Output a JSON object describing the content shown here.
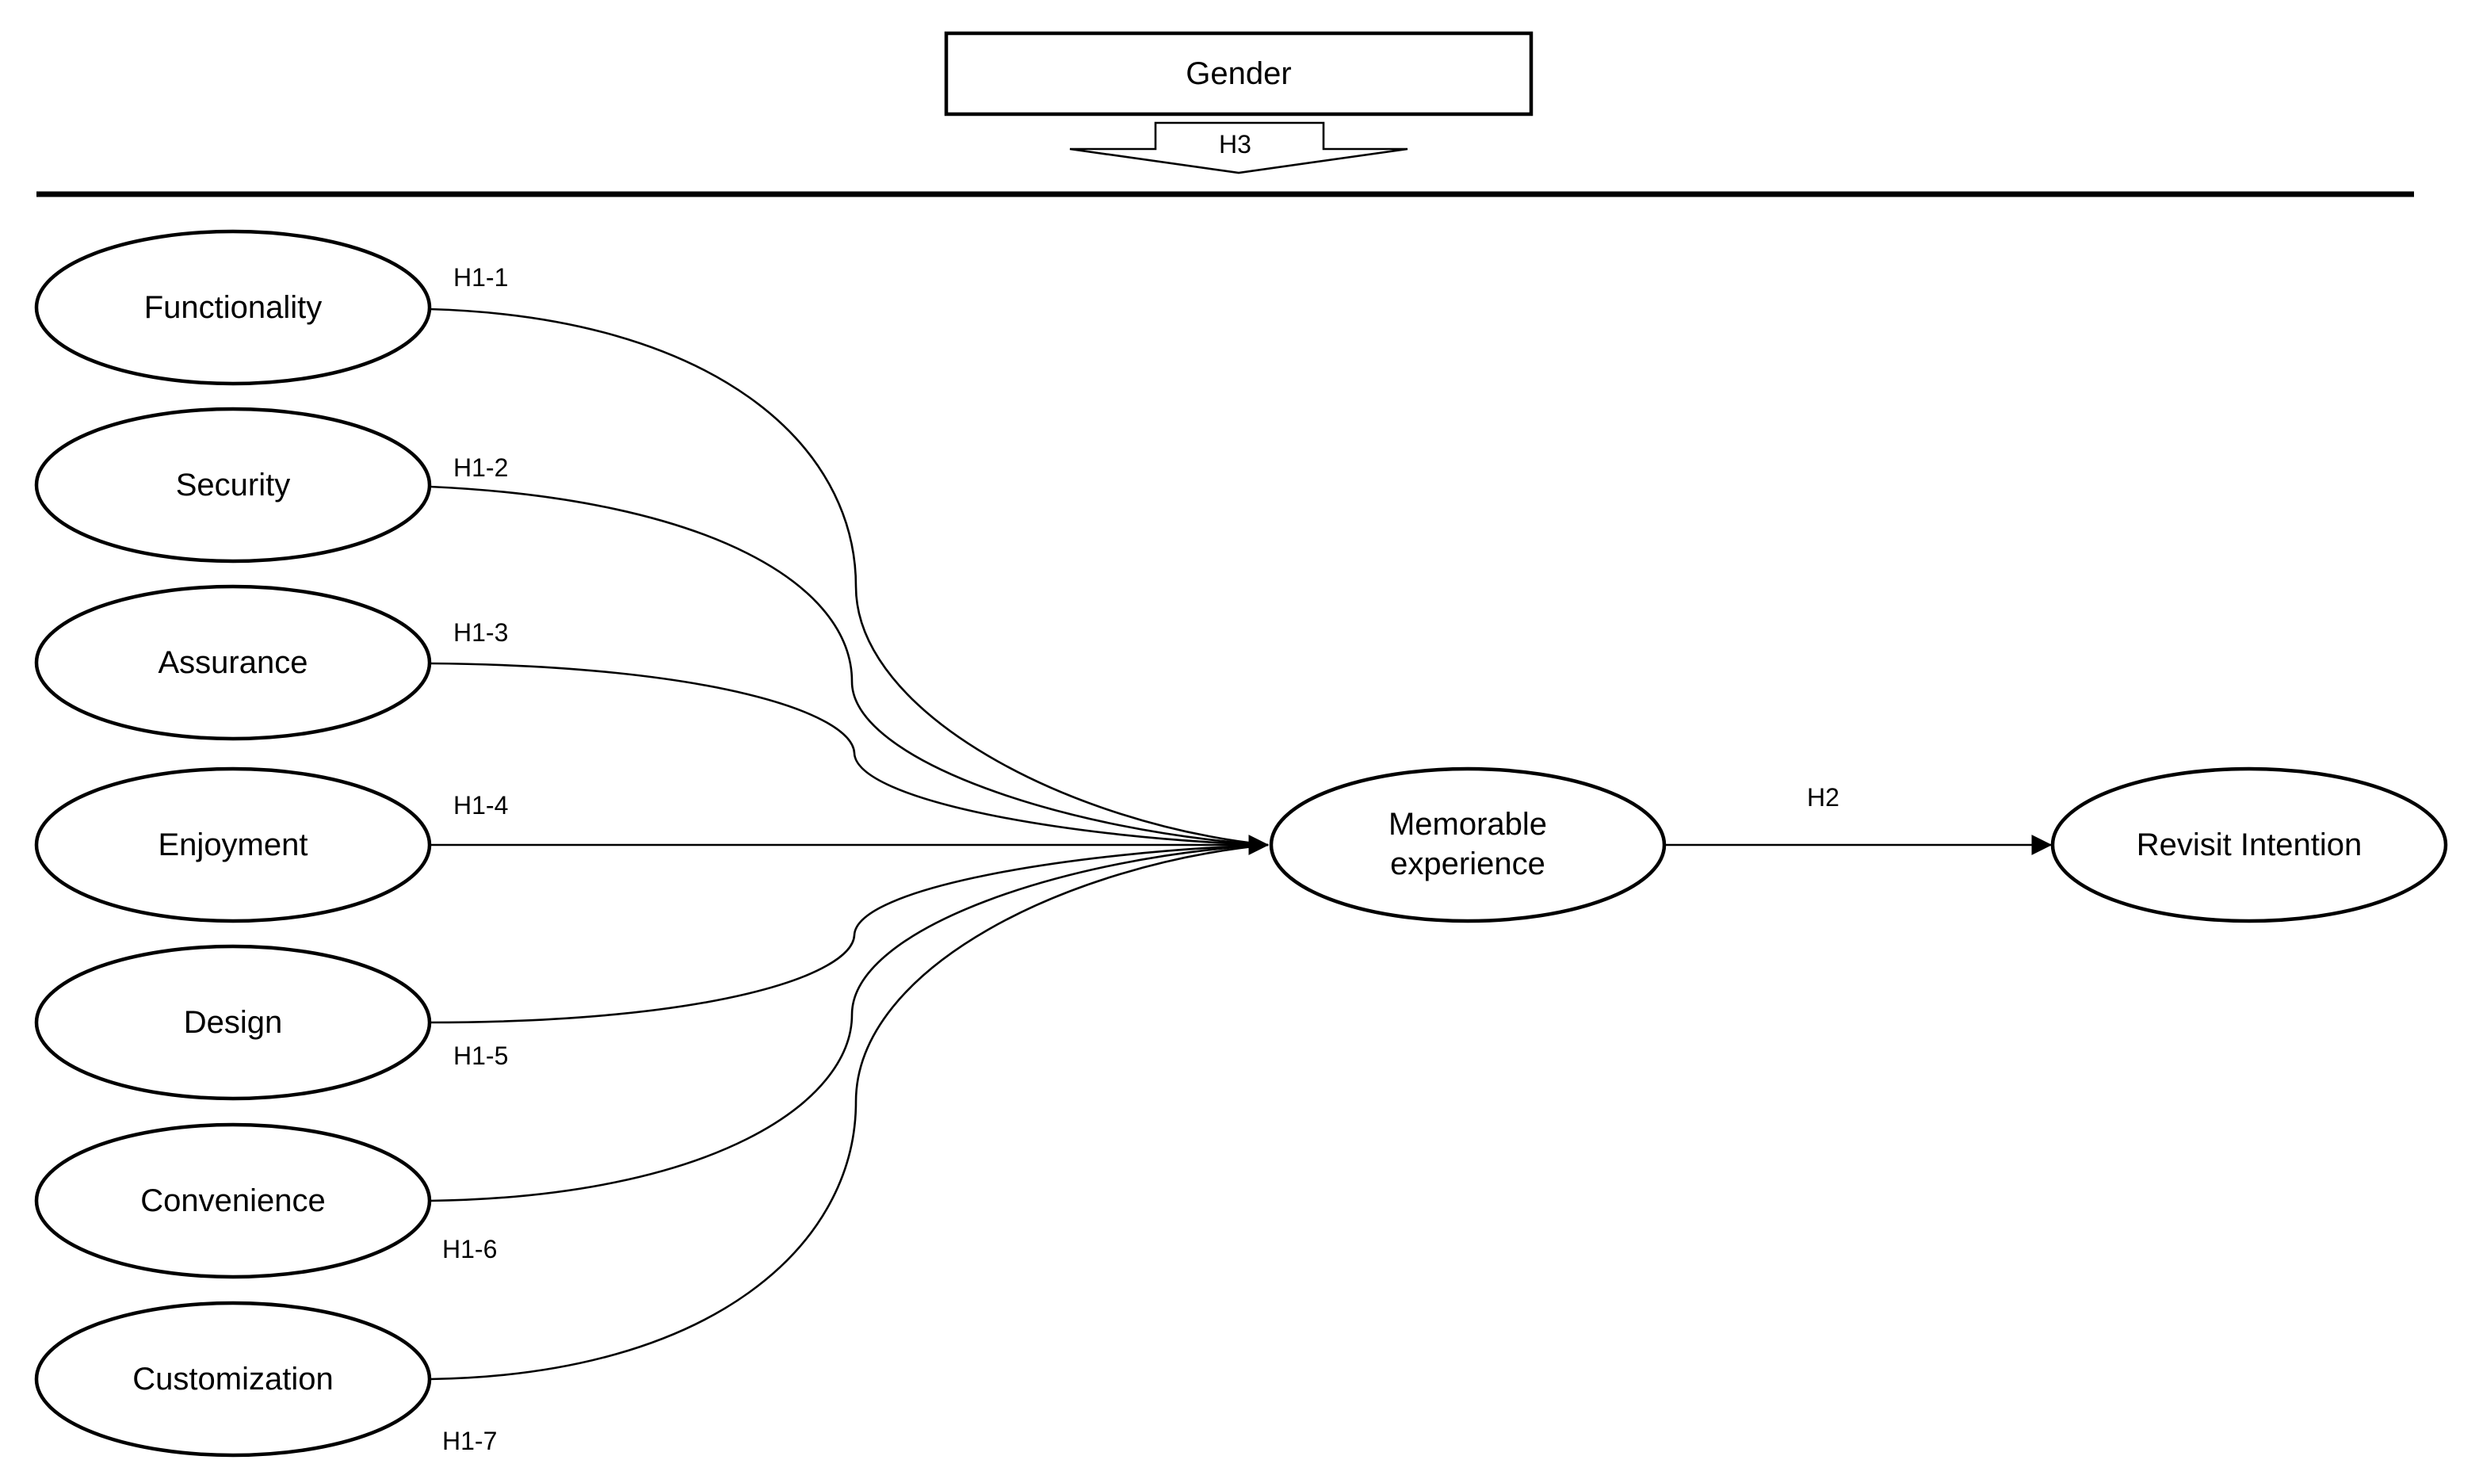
{
  "diagram": {
    "moderator": {
      "label": "Gender",
      "hypothesis": "H3"
    },
    "antecedents": [
      {
        "id": "functionality",
        "label": "Functionality",
        "hypothesis": "H1-1"
      },
      {
        "id": "security",
        "label": "Security",
        "hypothesis": "H1-2"
      },
      {
        "id": "assurance",
        "label": "Assurance",
        "hypothesis": "H1-3"
      },
      {
        "id": "enjoyment",
        "label": "Enjoyment",
        "hypothesis": "H1-4"
      },
      {
        "id": "design",
        "label": "Design",
        "hypothesis": "H1-5"
      },
      {
        "id": "convenience",
        "label": "Convenience",
        "hypothesis": "H1-6"
      },
      {
        "id": "customization",
        "label": "Customization",
        "hypothesis": "H1-7"
      }
    ],
    "mediator": {
      "label_line1": "Memorable",
      "label_line2": "experience"
    },
    "outcome": {
      "label": "Revisit Intention"
    },
    "mediator_to_outcome": {
      "hypothesis": "H2"
    }
  },
  "edges": [
    {
      "from": "functionality",
      "to": "mediator",
      "label": "H1-1"
    },
    {
      "from": "security",
      "to": "mediator",
      "label": "H1-2"
    },
    {
      "from": "assurance",
      "to": "mediator",
      "label": "H1-3"
    },
    {
      "from": "enjoyment",
      "to": "mediator",
      "label": "H1-4"
    },
    {
      "from": "design",
      "to": "mediator",
      "label": "H1-5"
    },
    {
      "from": "convenience",
      "to": "mediator",
      "label": "H1-6"
    },
    {
      "from": "customization",
      "to": "mediator",
      "label": "H1-7"
    },
    {
      "from": "mediator",
      "to": "outcome",
      "label": "H2"
    },
    {
      "from": "moderator",
      "to": "model",
      "label": "H3"
    }
  ]
}
